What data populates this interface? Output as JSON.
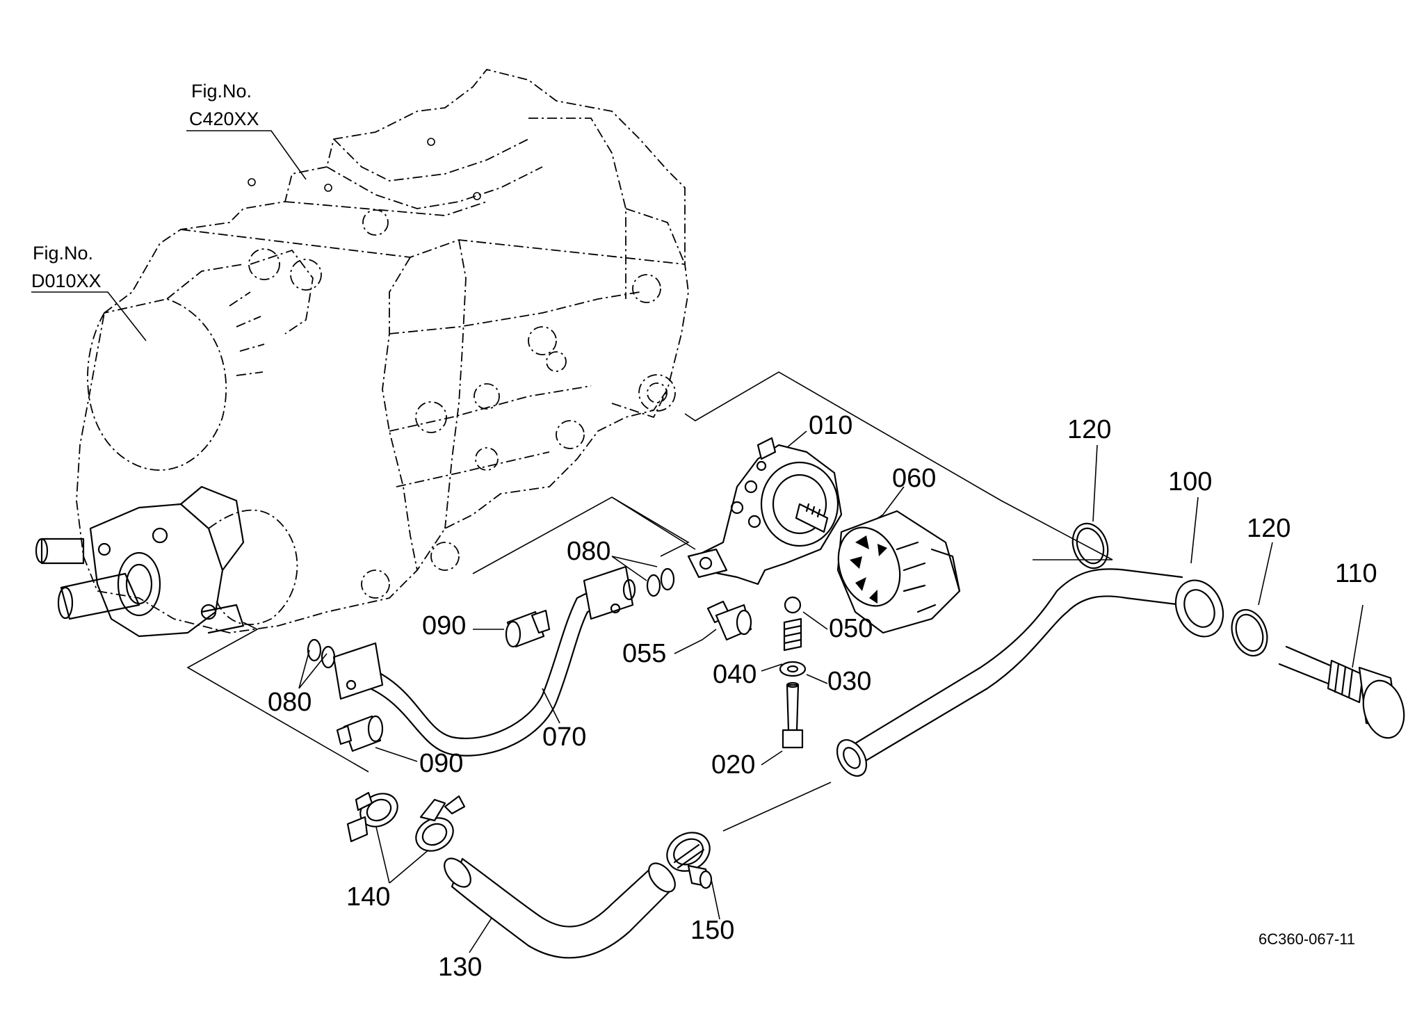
{
  "fig_refs": [
    {
      "line1": "Fig.No.",
      "line2": "C420XX"
    },
    {
      "line1": "Fig.No.",
      "line2": "D010XX"
    }
  ],
  "part_labels": {
    "p010": "010",
    "p020": "020",
    "p030": "030",
    "p040": "040",
    "p050": "050",
    "p055": "055",
    "p060": "060",
    "p070": "070",
    "p080a": "080",
    "p080b": "080",
    "p090a": "090",
    "p090b": "090",
    "p100": "100",
    "p110": "110",
    "p120a": "120",
    "p120b": "120",
    "p130": "130",
    "p140": "140",
    "p150": "150"
  },
  "drawing_code": "6C360-067-11"
}
